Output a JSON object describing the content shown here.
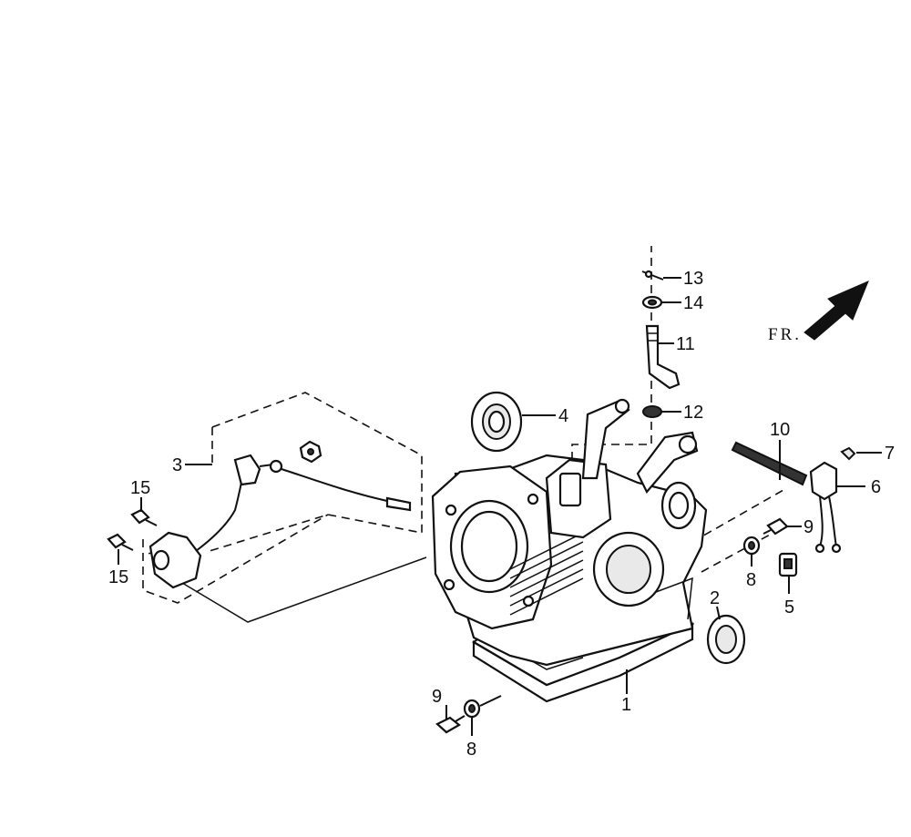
{
  "direction_label": "FR.",
  "callouts": {
    "p1": "1",
    "p2": "2",
    "p3": "3",
    "p4": "4",
    "p5": "5",
    "p6": "6",
    "p7": "7",
    "p8a": "8",
    "p8b": "8",
    "p9a": "9",
    "p9b": "9",
    "p10": "10",
    "p11": "11",
    "p12": "12",
    "p13": "13",
    "p14": "14",
    "p15a": "15",
    "p15b": "15"
  },
  "icons": {
    "front_arrow": "front-direction-arrow-icon"
  }
}
